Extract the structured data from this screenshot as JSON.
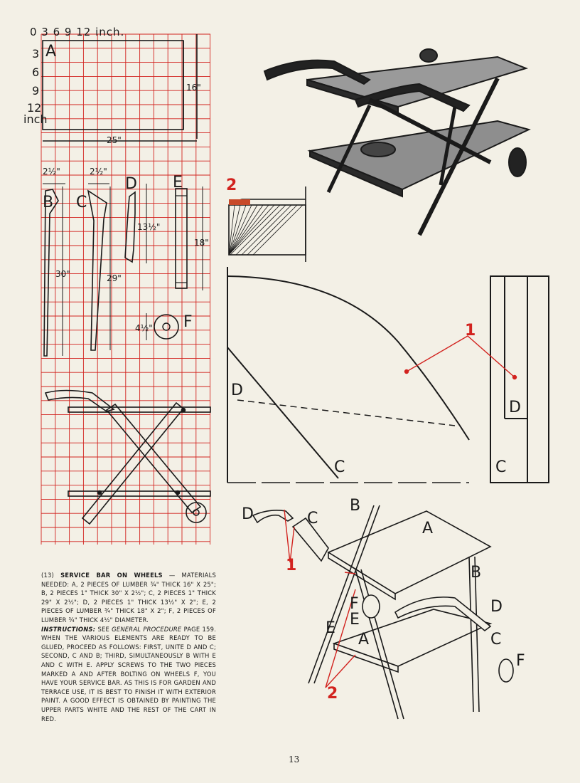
{
  "scale": {
    "top_label": "0   3   6   9   12 inch.",
    "side": [
      "3",
      "6",
      "9",
      "12"
    ],
    "side_unit": "inch"
  },
  "grid_parts": {
    "A": "A",
    "B": "B",
    "C": "C",
    "D": "D",
    "E": "E",
    "F": "F",
    "dim_16": "16\"",
    "dim_25": "25\"",
    "dim_2half_b": "2½\"",
    "dim_2half_c": "2½\"",
    "dim_13half": "13½\"",
    "dim_18": "18\"",
    "dim_30": "30\"",
    "dim_29": "29\"",
    "dim_4half": "4½\""
  },
  "detail": {
    "step2_label": "2",
    "step1_label": "1",
    "D": "D",
    "C": "C",
    "D_right": "D",
    "C_right": "C"
  },
  "assembly": {
    "labels": [
      "D",
      "C",
      "B",
      "A",
      "B",
      "F",
      "E",
      "E",
      "A",
      "D",
      "C",
      "F"
    ],
    "red1": "1",
    "red2": "2"
  },
  "instructions": {
    "number": "(13)",
    "title": "SERVICE BAR ON WHEELS",
    "materials": "— MATERIALS NEEDED: A, 2 PIECES OF LUMBER ¾\" THICK 16\" x 25\"; B, 2 PIECES 1\" THICK 30\" x 2½\"; C, 2 PIECES 1\" THICK 29\" x 2½\"; D, 2 PIECES 1\" THICK 13½\" x 2\"; E, 2 PIECES OF LUMBER ¾\" THICK 18\" x 2\"; F, 2 PIECES OF LUMBER ¾\" THICK 4½\" DIAMETER.",
    "instr_label": "INSTRUCTIONS:",
    "see": "SEE",
    "general_procedure": "GENERAL PROCEDURE",
    "body": "PAGE 159. WHEN THE VARIOUS ELEMENTS ARE READY TO BE GLUED, PROCEED AS FOLLOWS: FIRST, UNITE D AND C; SECOND, C AND B; THIRD, SIMULTANEOUSLY B WITH E AND C WITH E. APPLY SCREWS TO THE TWO PIECES MARKED A AND AFTER BOLTING ON WHEELS F, YOU HAVE YOUR SERVICE BAR. AS THIS IS FOR GARDEN AND TERRACE USE, IT IS BEST TO FINISH IT WITH EXTERIOR PAINT. A GOOD EFFECT IS OBTAINED BY PAINTING THE UPPER PARTS WHITE AND THE REST OF THE CART IN RED."
  },
  "page_number": "13",
  "colors": {
    "grid": "#d2231f",
    "ink": "#1a1a1a",
    "paper": "#f3f0e6"
  }
}
